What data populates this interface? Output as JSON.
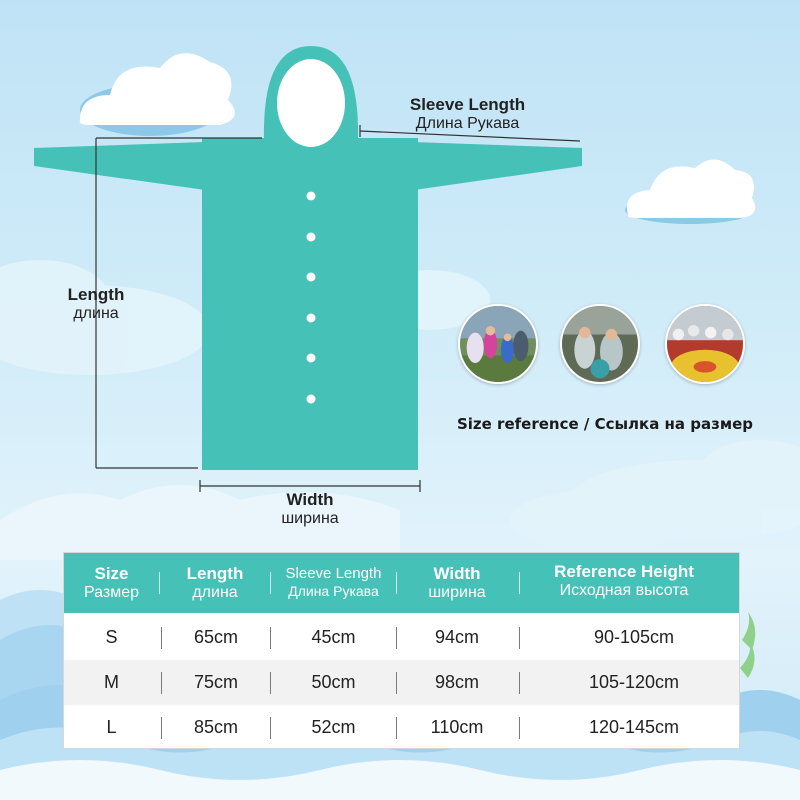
{
  "colors": {
    "raincoat": "#45c1b8",
    "table_header": "#45c1b8",
    "background_sky": "#c9e8f7",
    "cloud": "#ffffff"
  },
  "labels": {
    "sleeve": {
      "en": "Sleeve Length",
      "ru": "Длина Рукава"
    },
    "length": {
      "en": "Length",
      "ru": "длина"
    },
    "width": {
      "en": "Width",
      "ru": "ширина"
    }
  },
  "size_reference": "Size reference / Ссылка на размер",
  "photos": [
    {
      "name": "kids-in-raincoats-field-photo"
    },
    {
      "name": "kids-in-clear-raincoats-photo"
    },
    {
      "name": "kids-in-raincoats-playground-photo"
    }
  ],
  "table": {
    "headers": [
      {
        "en": "Size",
        "ru": "Размер"
      },
      {
        "en": "Length",
        "ru": "длина"
      },
      {
        "en": "Sleeve Length",
        "ru": "Длина Рукава"
      },
      {
        "en": "Width",
        "ru": "ширина"
      },
      {
        "en": "Reference Height",
        "ru": "Исходная высота"
      }
    ],
    "rows": [
      {
        "size": "S",
        "length": "65cm",
        "sleeve": "45cm",
        "width": "94cm",
        "height": "90-105cm"
      },
      {
        "size": "M",
        "length": "75cm",
        "sleeve": "50cm",
        "width": "98cm",
        "height": "105-120cm"
      },
      {
        "size": "L",
        "length": "85cm",
        "sleeve": "52cm",
        "width": "110cm",
        "height": "120-145cm"
      }
    ]
  }
}
